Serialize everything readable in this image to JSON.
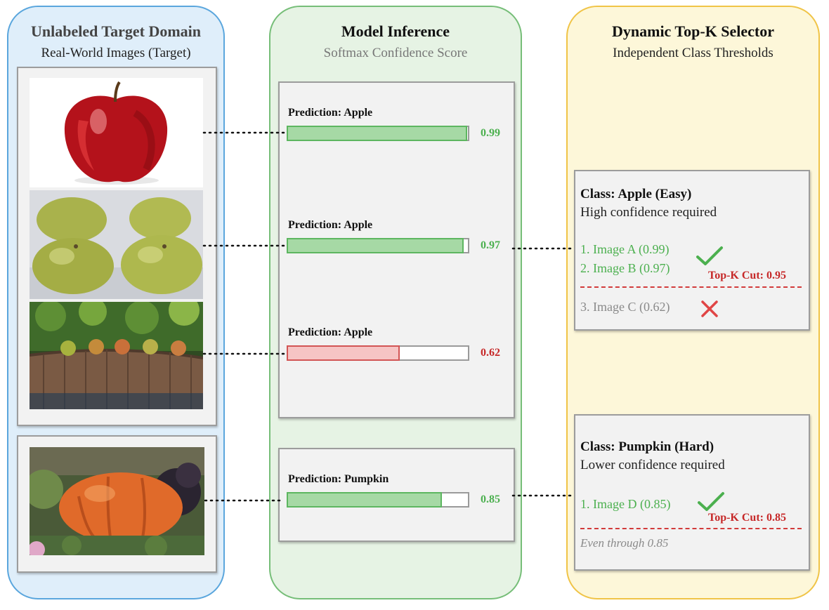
{
  "columns": {
    "domain": {
      "title": "Unlabeled Target Domain",
      "subtitle": "Real-World Images (Target)"
    },
    "inference": {
      "title": "Model Inference",
      "subtitle": "Softmax Confidence Score"
    },
    "selector": {
      "title": "Dynamic Top-K Selector",
      "subtitle": "Independent Class Thresholds"
    }
  },
  "images": [
    {
      "name": "red-apple-image",
      "depicts": "red apple"
    },
    {
      "name": "green-apples-image",
      "depicts": "green apples"
    },
    {
      "name": "apples-on-wall-image",
      "depicts": "apples on brick wall"
    },
    {
      "name": "pumpkin-image",
      "depicts": "pumpkin in garden"
    }
  ],
  "predictions": [
    {
      "label": "Prediction: Apple",
      "score": 0.99,
      "score_text": "0.99",
      "status": "ok"
    },
    {
      "label": "Prediction: Apple",
      "score": 0.97,
      "score_text": "0.97",
      "status": "ok"
    },
    {
      "label": "Prediction: Apple",
      "score": 0.62,
      "score_text": "0.62",
      "status": "bad"
    },
    {
      "label": "Prediction: Pumpkin",
      "score": 0.85,
      "score_text": "0.85",
      "status": "ok"
    }
  ],
  "classes": [
    {
      "title": "Class: Apple (Easy)",
      "subtitle": "High confidence required",
      "items": [
        {
          "text": "1. Image A (0.99)",
          "status": "accepted"
        },
        {
          "text": "2. Image B (0.97)",
          "status": "accepted"
        },
        {
          "text": "3. Image C (0.62)",
          "status": "rejected"
        }
      ],
      "cut_label": "Top-K Cut: 0.95"
    },
    {
      "title": "Class: Pumpkin (Hard)",
      "subtitle": "Lower confidence required",
      "items": [
        {
          "text": "1. Image D (0.85)",
          "status": "accepted"
        }
      ],
      "cut_label": "Top-K Cut: 0.85",
      "note": "Even through 0.85"
    }
  ],
  "colors": {
    "accept": "#4cb04f",
    "reject": "#c62828",
    "domain_bg": "#dfeefa",
    "inference_bg": "#e6f3e4",
    "selector_bg": "#fdf7d9"
  },
  "icons": [
    "check-icon",
    "cross-icon"
  ]
}
